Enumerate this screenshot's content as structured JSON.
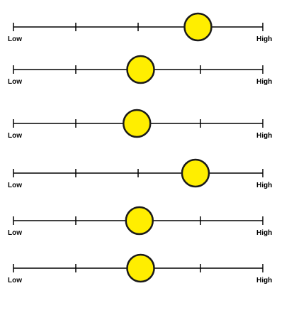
{
  "scale_labels": {
    "low": "Low",
    "high": "High"
  },
  "ticks": [
    0,
    0.25,
    0.5,
    0.75,
    1
  ],
  "marker_color": "#FFEE00",
  "marker_outline": "#1a1a1a",
  "line_color": "#000000",
  "scales": [
    {
      "value": 0.74
    },
    {
      "value": 0.51
    },
    {
      "value": 0.495
    },
    {
      "value": 0.73
    },
    {
      "value": 0.505
    },
    {
      "value": 0.51
    }
  ]
}
